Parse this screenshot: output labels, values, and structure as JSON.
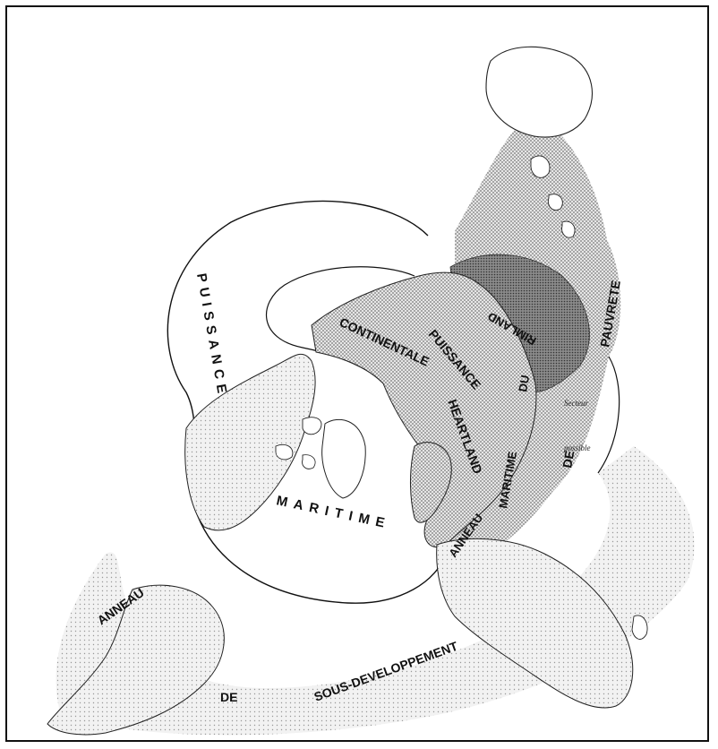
{
  "map": {
    "labels": {
      "puissance_maritime_1": "PUISSANCE",
      "puissance_maritime_2": "MARITIME",
      "puissance_continentale_1": "PUISSANCE",
      "puissance_continentale_2": "CONTINENTALE",
      "heartland": "HEARTLAND",
      "rimland": "RIMLAND",
      "anneau_maritime_1": "ANNEAU",
      "anneau_maritime_2": "MARITIME",
      "anneau_maritime_3": "DU",
      "anneau_pauvrete_1": "DE",
      "anneau_pauvrete_2": "PAUVRETE",
      "anneau_sous_dev_1": "ANNEAU",
      "anneau_sous_dev_2": "DE",
      "anneau_sous_dev_3": "SOUS-DEVELOPPEMENT",
      "secteur_1": "Secteur",
      "secteur_2": "possible"
    },
    "colors": {
      "land_light": "#d9d9d9",
      "land_mid": "#b8b8b8",
      "land_dark": "#8c8c8c",
      "ink": "#111111"
    }
  }
}
